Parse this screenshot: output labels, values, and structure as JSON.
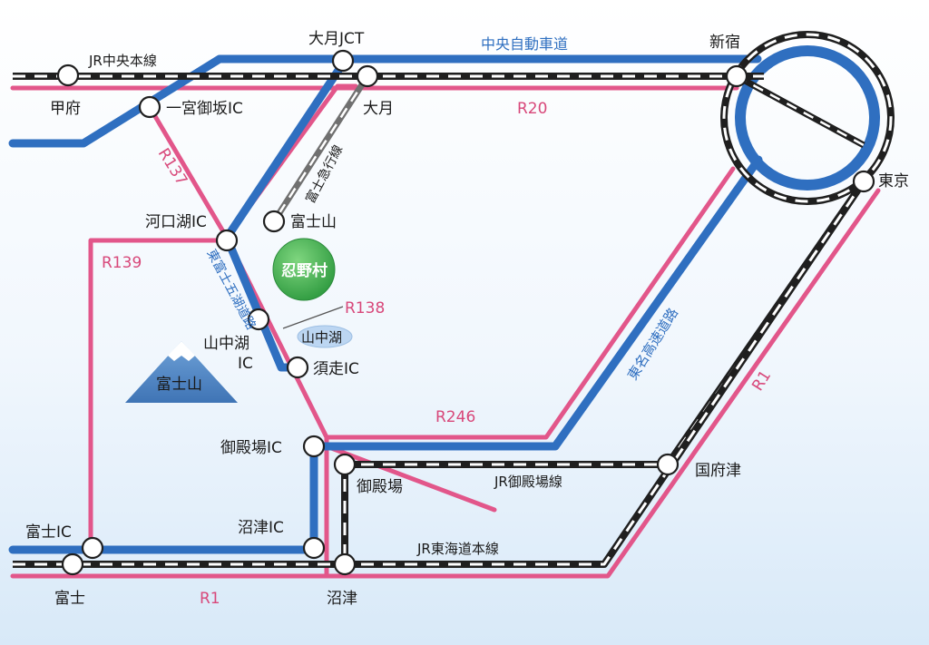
{
  "colors": {
    "expressway": "#2f6fc0",
    "national_route": "#e2568a",
    "railway": "#1f1f1f",
    "station_fill": "#ffffff",
    "background_top": "#ffffff",
    "background_bottom": "#dcebf8",
    "village": "#3aa84a",
    "lake": "#bcd6f2",
    "mountain": "#4e86c4"
  },
  "icons": {
    "station": "white-circle",
    "village": "green-circle",
    "mountain": "snow-capped-mountain",
    "lake": "blue-ellipse"
  },
  "stations": {
    "kofu": "甲府",
    "ichinomiya_misaka_ic": "一宮御坂IC",
    "otsuki_jct": "大月JCT",
    "otsuki": "大月",
    "shinjuku": "新宿",
    "tokyo": "東京",
    "kawaguchiko_ic": "河口湖IC",
    "fujisan_station": "富士山",
    "yamanakako_ic_line1": "山中湖",
    "yamanakako_ic_line2": "IC",
    "subashiri_ic": "須走IC",
    "gotemba_ic": "御殿場IC",
    "gotemba": "御殿場",
    "kozu": "国府津",
    "fuji_ic": "富士IC",
    "numazu_ic": "沼津IC",
    "fuji": "富士",
    "numazu": "沼津"
  },
  "lines": {
    "jr_chuo": "JR中央本線",
    "chuo_expressway": "中央自動車道",
    "fujikyu": "富士急行線",
    "higashi_fuji_goko": "東富士五湖道路",
    "tomei": "東名高速道路",
    "jr_gotemba": "JR御殿場線",
    "jr_tokaido": "JR東海道本線"
  },
  "routes": {
    "r20": "R20",
    "r137": "R137",
    "r139": "R139",
    "r138": "R138",
    "r246": "R246",
    "r1_east": "R1",
    "r1_south": "R1"
  },
  "places": {
    "oshino_village": "忍野村",
    "lake_yamanaka": "山中湖",
    "mount_fuji": "富士山"
  }
}
